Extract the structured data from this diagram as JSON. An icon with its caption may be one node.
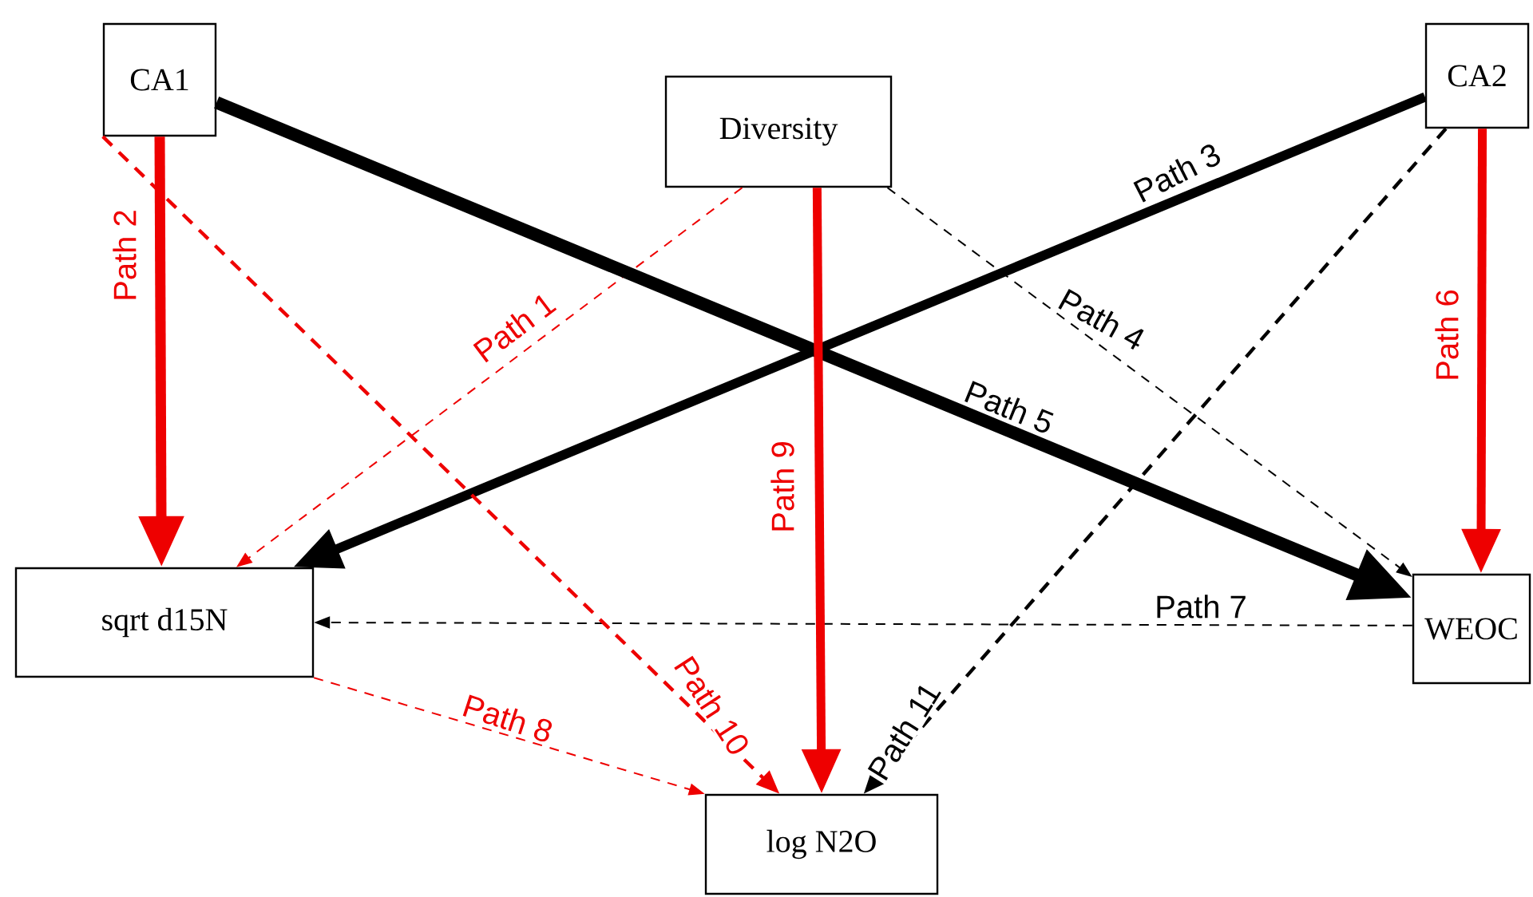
{
  "diagram": {
    "nodes": [
      {
        "text": [
          "CA1"
        ]
      },
      {
        "text": [
          "Diversity"
        ]
      },
      {
        "text": [
          "CA2"
        ]
      },
      {
        "text": [
          "sqrt d15N"
        ]
      },
      {
        "text": [
          "WEOC"
        ]
      },
      {
        "text": [
          "log N2O"
        ]
      }
    ],
    "edges": [
      {
        "from": 1,
        "to": 3,
        "arrow": "to",
        "label": "Path 1",
        "style": "dashed"
      },
      {
        "from": 0,
        "to": 3,
        "arrow": "to",
        "label": "Path 2",
        "style": "thick"
      },
      {
        "from": 2,
        "to": 3,
        "arrow": "to",
        "label": "Path 3",
        "style": "thick",
        "color": "#000000"
      },
      {
        "from": 1,
        "to": 4,
        "arrow": "to",
        "label": "Path 4",
        "style": "dashed",
        "color": "#000000"
      },
      {
        "from": 0,
        "to": 4,
        "arrow": "to",
        "label": "Path 5",
        "style": "thick",
        "color": "#000000"
      },
      {
        "from": 2,
        "to": 4,
        "arrow": "to",
        "label": "Path 6",
        "style": "thick"
      },
      {
        "from": 4,
        "to": 3,
        "arrow": "to",
        "label": "Path 7",
        "style": "dashed",
        "color": "#000000"
      },
      {
        "from": 3,
        "to": 5,
        "arrow": "to",
        "label": "Path 8",
        "style": "dashed"
      },
      {
        "from": 1,
        "to": 5,
        "arrow": "to",
        "label": "Path 9",
        "style": "thick"
      },
      {
        "from": 0,
        "to": 5,
        "arrow": "to",
        "label": "Path 10",
        "style": "dashed"
      },
      {
        "from": 2,
        "to": 5,
        "arrow": "to",
        "label": "Path 11",
        "style": "dashed",
        "color": "#000000"
      }
    ]
  }
}
